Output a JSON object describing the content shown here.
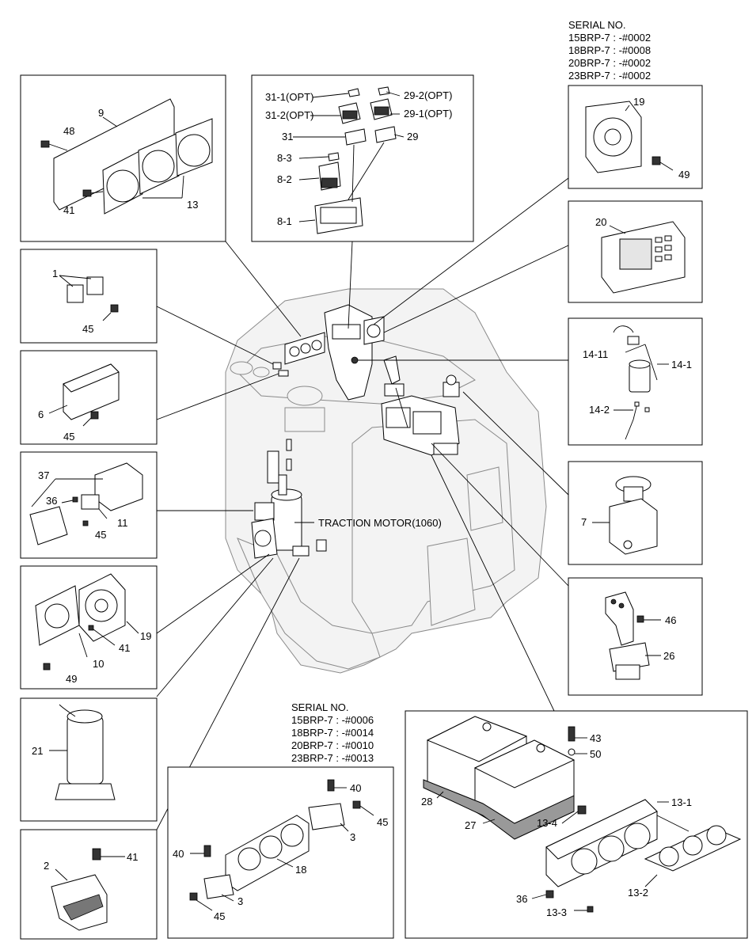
{
  "serial_top": {
    "heading": "SERIAL NO.",
    "lines": [
      "15BRP-7 : -#0002",
      "18BRP-7 : -#0008",
      "20BRP-7 : -#0002",
      "23BRP-7 : -#0002"
    ]
  },
  "serial_bottom": {
    "heading": "SERIAL NO.",
    "lines": [
      "15BRP-7 : -#0006",
      "18BRP-7 : -#0014",
      "20BRP-7 : -#0010",
      "23BRP-7 : -#0013"
    ]
  },
  "center_label": "TRACTION MOTOR(1060)",
  "labels": {
    "p9": "9",
    "p48": "48",
    "p41a": "41",
    "p13a": "13",
    "p31_1": "31-1(OPT)",
    "p31_2": "31-2(OPT)",
    "p31": "31",
    "p8_3": "8-3",
    "p8_2": "8-2",
    "p8_1": "8-1",
    "p29_2": "29-2(OPT)",
    "p29_1": "29-1(OPT)",
    "p29": "29",
    "p19a": "19",
    "p49a": "49",
    "p20": "20",
    "p14_11": "14-11",
    "p14_1": "14-1",
    "p14_2": "14-2",
    "p1": "1",
    "p45a": "45",
    "p6": "6",
    "p45b": "45",
    "p37": "37",
    "p36a": "36",
    "p11": "11",
    "p45c": "45",
    "p19b": "19",
    "p41b": "41",
    "p10": "10",
    "p49b": "49",
    "p7": "7",
    "p46": "46",
    "p26": "26",
    "p21": "21",
    "p2": "2",
    "p41c": "41",
    "p40a": "40",
    "p45d": "45",
    "p3a": "3",
    "p40b": "40",
    "p18": "18",
    "p3b": "3",
    "p45e": "45",
    "p43": "43",
    "p50": "50",
    "p28": "28",
    "p27": "27",
    "p13_4": "13-4",
    "p13_1": "13-1",
    "p36b": "36",
    "p13_3": "13-3",
    "p13_2": "13-2"
  }
}
